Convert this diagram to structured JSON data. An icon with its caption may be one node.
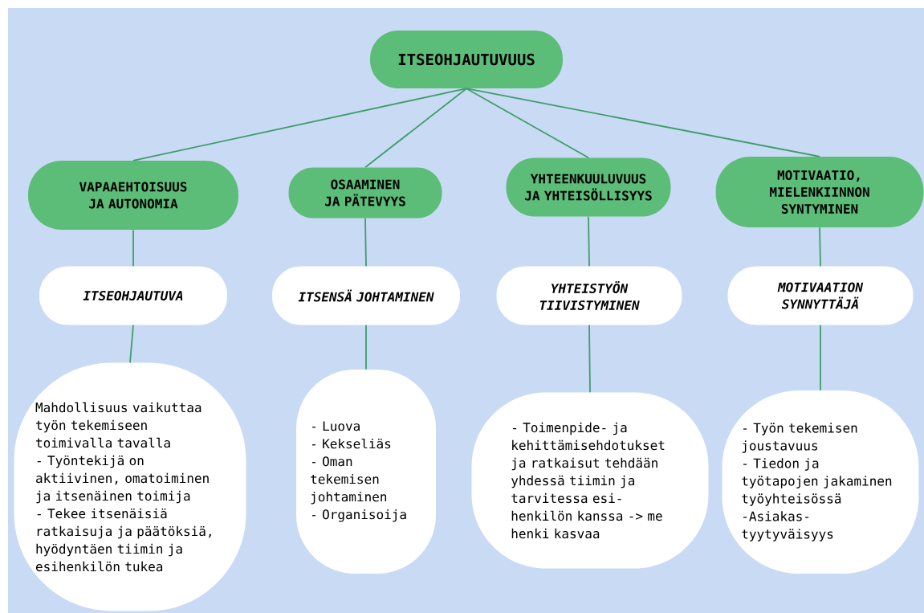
{
  "diagram": {
    "nodes": [
      {
        "text": [
          "ITSEOHJAUTUVUUS"
        ]
      },
      {
        "text": [
          "VAPAAEHTOISUUS JA AUTONOMIA"
        ]
      },
      {
        "text": [
          "OSAAMINEN JA PÄTEVYYS"
        ]
      },
      {
        "text": [
          "YHTEENKUULUVUUS JA YHTEISÖLLISYYS"
        ]
      },
      {
        "text": [
          "MOTIVAATIO, MIELENKIINNON SYNTYMINEN"
        ]
      },
      {
        "text": [
          "ITSEOHJAUTUVA"
        ]
      },
      {
        "text": [
          "ITSENSÄ JOHTAMINEN"
        ]
      },
      {
        "text": [
          "YHTEISTYÖN TIIVISTYMINEN"
        ]
      },
      {
        "text": [
          "MOTIVAATION SYNNYTTÄJÄ"
        ]
      },
      {
        "text": [
          "Mahdollisuus vaikuttaa työn tekemiseen toimivalla tavalla",
          "- Työntekijä on aktiivinen, omatoiminen ja itsenäinen toimija",
          "- Tekee itsenäisiä ratkaisuja ja päätöksiä, hyödyntäen tiimin ja esihenkilön tukea"
        ]
      },
      {
        "text": [
          "- Luova",
          "- Kekseliäs",
          "- Oman tekemisen johtaminen",
          "- Organisoija"
        ]
      },
      {
        "text": [
          "- Toimenpide- ja kehittämisehdotukset ja ratkaisut tehdään yhdessä tiimin ja tarvitessa esi-henkilön kanssa -> me henki kasvaa"
        ]
      },
      {
        "text": [
          "- Työn tekemisen joustavuus",
          "- Tiedon ja työtapojen jakaminen työyhteisössä",
          "-Asiakas-tyytyväisyys"
        ]
      }
    ],
    "edges": [
      {
        "from": 0,
        "to": 1,
        "arrow": "none"
      },
      {
        "from": 0,
        "to": 2,
        "arrow": "none"
      },
      {
        "from": 0,
        "to": 3,
        "arrow": "none"
      },
      {
        "from": 0,
        "to": 4,
        "arrow": "none"
      },
      {
        "from": 1,
        "to": 5,
        "arrow": "none"
      },
      {
        "from": 2,
        "to": 6,
        "arrow": "none"
      },
      {
        "from": 3,
        "to": 7,
        "arrow": "none"
      },
      {
        "from": 4,
        "to": 8,
        "arrow": "none"
      },
      {
        "from": 5,
        "to": 9,
        "arrow": "none"
      },
      {
        "from": 6,
        "to": 10,
        "arrow": "none"
      },
      {
        "from": 7,
        "to": 11,
        "arrow": "none"
      },
      {
        "from": 8,
        "to": 12,
        "arrow": "none"
      }
    ]
  }
}
